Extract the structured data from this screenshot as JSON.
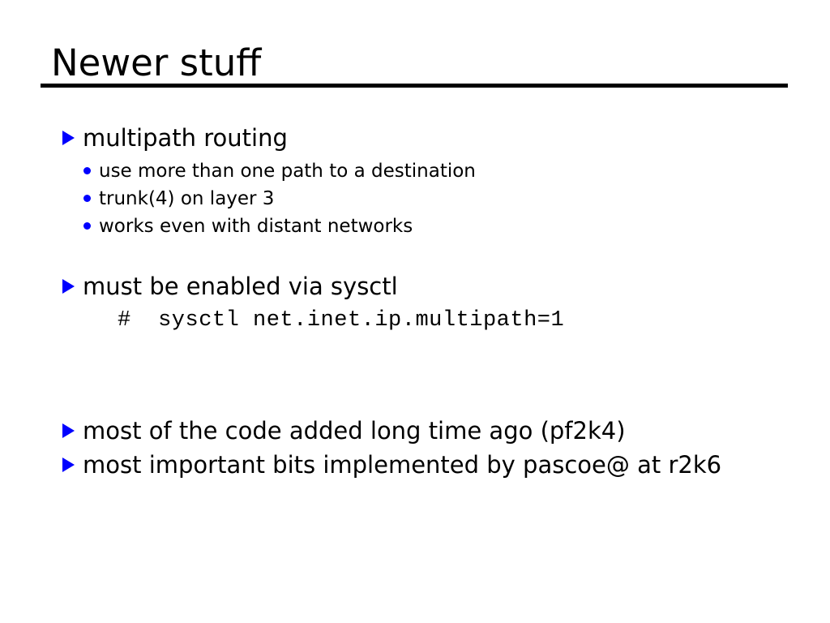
{
  "slide": {
    "title": "Newer stuff",
    "markers": {
      "level1": "triangle-right",
      "level2": "round-bullet"
    },
    "colors": {
      "background": "#ffffff",
      "text": "#000000",
      "bullet": "#0000ff",
      "rule": "#000000"
    },
    "bullets": [
      {
        "level": 1,
        "text": "multipath routing",
        "children": [
          {
            "level": 2,
            "text": "use more than one path to a destination"
          },
          {
            "level": 2,
            "text": "trunk(4) on layer 3"
          },
          {
            "level": 2,
            "text": "works even with distant networks"
          }
        ]
      },
      {
        "level": 1,
        "text": "must be enabled via sysctl",
        "code": "#  sysctl net.inet.ip.multipath=1"
      },
      {
        "level": 1,
        "text": "most of the code added long time ago (pf2k4)"
      },
      {
        "level": 1,
        "text": "most important bits implemented by pascoe@ at r2k6"
      }
    ]
  }
}
